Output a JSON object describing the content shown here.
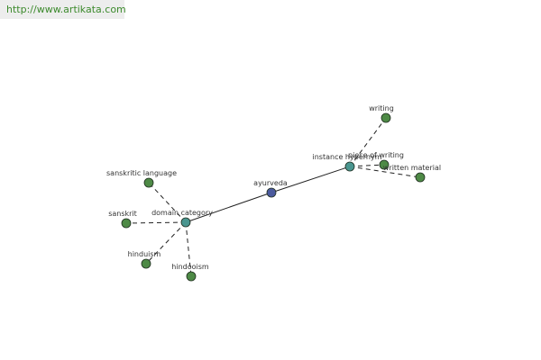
{
  "source_link": "http://www.artikata.com",
  "colors": {
    "central": "#4b5a9e",
    "hub": "#4a9690",
    "leaf": "#4e8a46",
    "edge": "#222222"
  },
  "nodes": [
    {
      "id": "ayurveda",
      "label": "ayurveda",
      "kind": "central"
    },
    {
      "id": "instance-hypernym",
      "label": "instance hypernym",
      "kind": "hub"
    },
    {
      "id": "domain-category",
      "label": "domain category",
      "kind": "hub"
    },
    {
      "id": "writing",
      "label": "writing",
      "kind": "leaf"
    },
    {
      "id": "piece-of-writing",
      "label": "piece of writing",
      "kind": "leaf"
    },
    {
      "id": "written-material",
      "label": "written material",
      "kind": "leaf"
    },
    {
      "id": "sanskritic-language",
      "label": "sanskritic language",
      "kind": "leaf"
    },
    {
      "id": "sanskrit",
      "label": "sanskrit",
      "kind": "leaf"
    },
    {
      "id": "hinduism",
      "label": "hinduism",
      "kind": "leaf"
    },
    {
      "id": "hindooism",
      "label": "hindooism",
      "kind": "leaf"
    }
  ],
  "edges": [
    {
      "from": "domain-category",
      "to": "ayurveda",
      "style": "solid"
    },
    {
      "from": "ayurveda",
      "to": "instance-hypernym",
      "style": "solid"
    },
    {
      "from": "instance-hypernym",
      "to": "writing",
      "style": "dashed"
    },
    {
      "from": "instance-hypernym",
      "to": "piece-of-writing",
      "style": "dashed"
    },
    {
      "from": "instance-hypernym",
      "to": "written-material",
      "style": "dashed"
    },
    {
      "from": "domain-category",
      "to": "sanskritic-language",
      "style": "dashed"
    },
    {
      "from": "domain-category",
      "to": "sanskrit",
      "style": "dashed"
    },
    {
      "from": "domain-category",
      "to": "hinduism",
      "style": "dashed"
    },
    {
      "from": "domain-category",
      "to": "hindooism",
      "style": "dashed"
    }
  ]
}
